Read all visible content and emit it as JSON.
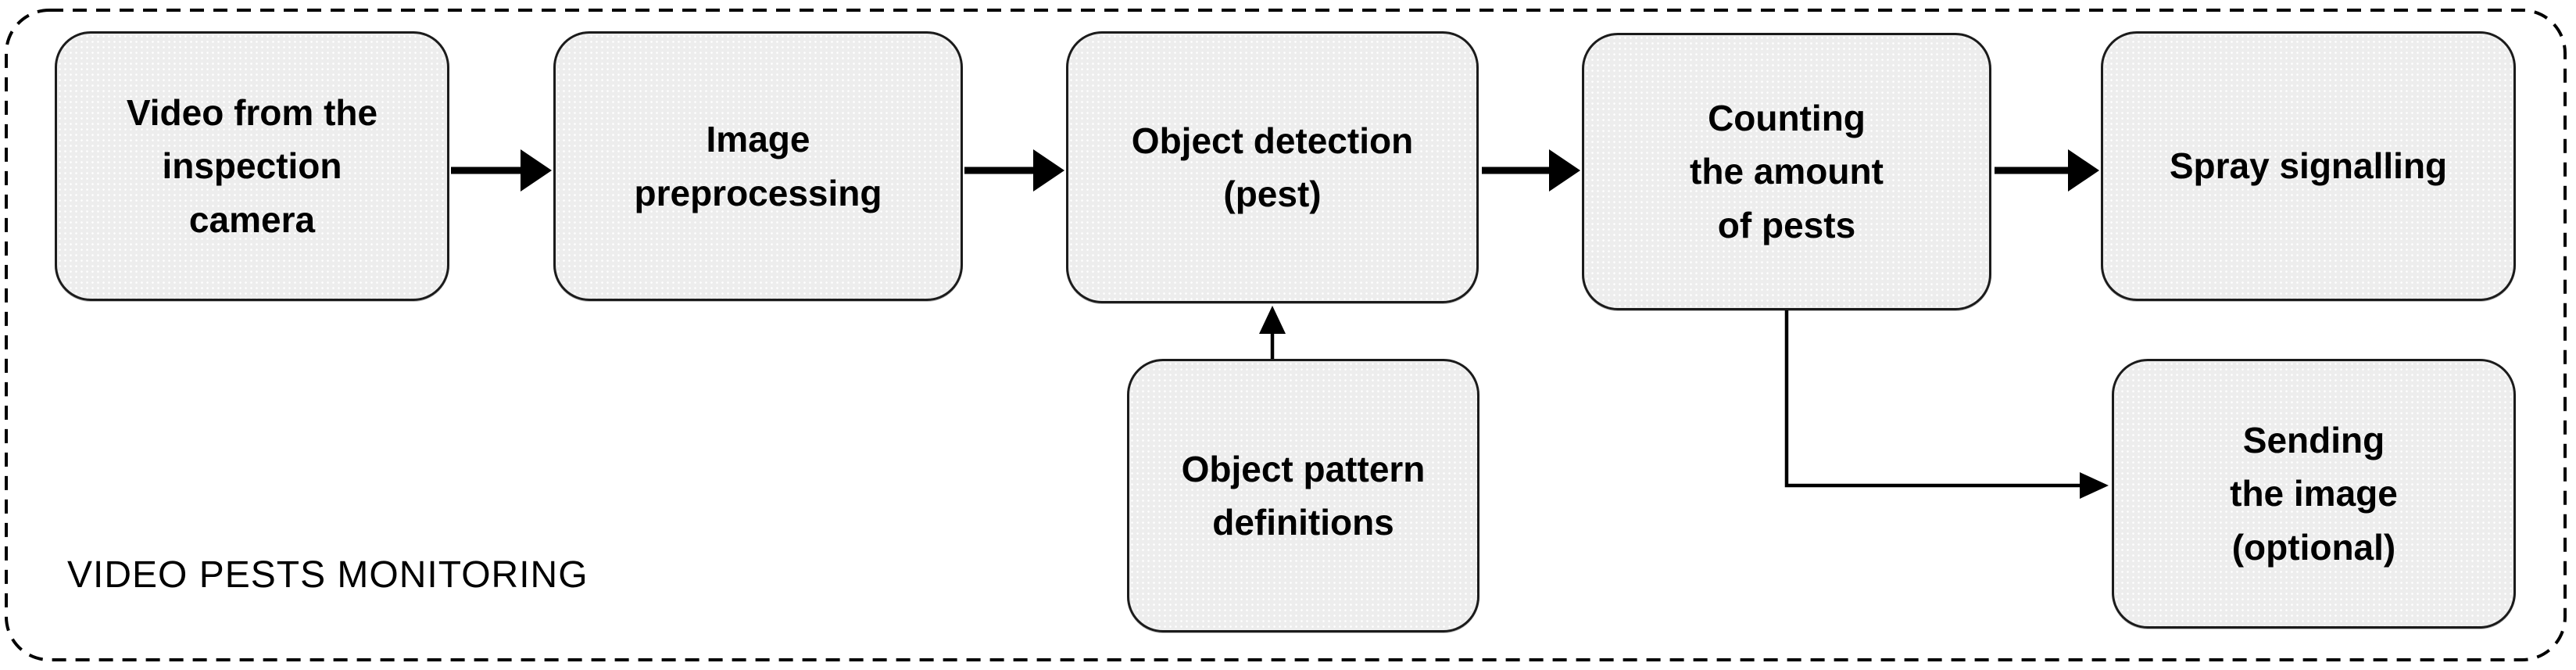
{
  "diagram": {
    "caption": "VIDEO PESTS MONITORING",
    "nodes": [
      {
        "id": "video-camera",
        "label": "Video from the\ninspection\ncamera"
      },
      {
        "id": "image-preprocessing",
        "label": "Image\npreprocessing"
      },
      {
        "id": "object-detection",
        "label": "Object detection\n(pest)"
      },
      {
        "id": "counting-pests",
        "label": "Counting\nthe amount\nof pests"
      },
      {
        "id": "spray-signalling",
        "label": "Spray signalling"
      },
      {
        "id": "object-pattern-definitions",
        "label": "Object pattern\ndefinitions"
      },
      {
        "id": "sending-image",
        "label": "Sending\nthe image\n(optional)"
      }
    ],
    "edges": [
      {
        "from": "video-camera",
        "to": "image-preprocessing",
        "style": "thick"
      },
      {
        "from": "image-preprocessing",
        "to": "object-detection",
        "style": "thick"
      },
      {
        "from": "object-detection",
        "to": "counting-pests",
        "style": "thick"
      },
      {
        "from": "counting-pests",
        "to": "spray-signalling",
        "style": "thick"
      },
      {
        "from": "object-pattern-definitions",
        "to": "object-detection",
        "style": "thin"
      },
      {
        "from": "counting-pests",
        "to": "sending-image",
        "style": "thin-elbow"
      }
    ]
  },
  "theme": {
    "canvas-bg": "#ffffff",
    "box-fill": "#ededed",
    "box-border": "#1b1b1b",
    "line-color": "#000000",
    "text-color": "#000000"
  }
}
